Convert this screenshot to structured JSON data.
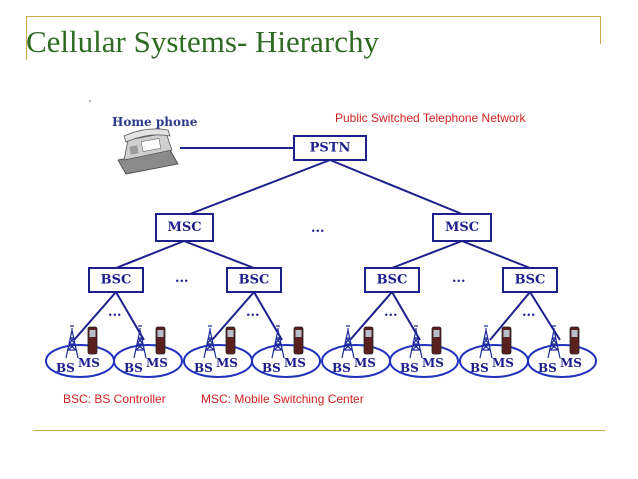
{
  "slide": {
    "title": "Cellular Systems- Hierarchy"
  },
  "diagram": {
    "home_phone_label": "Home phone",
    "pstn_caption": "Public Switched Telephone Network",
    "pstn": "PSTN",
    "msc": "MSC",
    "bsc": "BSC",
    "bs": "BS",
    "ms": "MS",
    "ellipsis": "...",
    "legend": {
      "bsc": "BSC: BS Controller",
      "msc": "MSC: Mobile Switching Center"
    }
  },
  "colors": {
    "title": "#2e6b22",
    "rule": "#c9a94a",
    "node": "#1c1f8c",
    "caption": "#d22020"
  }
}
